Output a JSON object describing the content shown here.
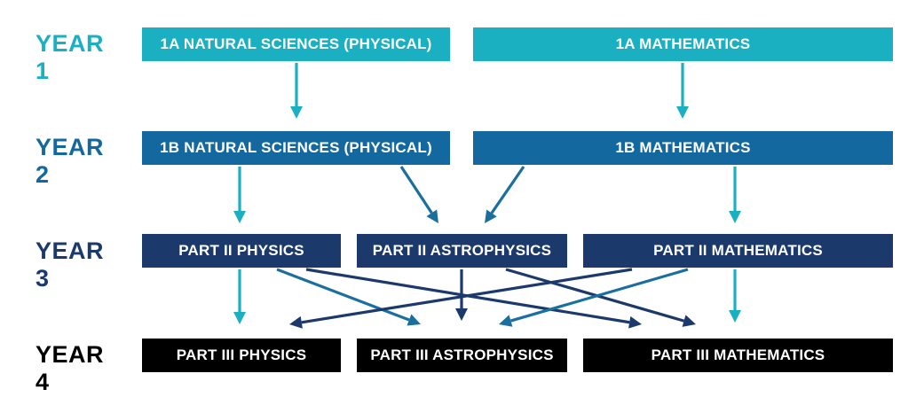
{
  "colors": {
    "year1": "#1ab0c2",
    "year2": "#1468a0",
    "year3": "#1b3a6b",
    "year4": "#000000",
    "arrow_teal": "#1ab0c2",
    "arrow_blue": "#1a6f9e",
    "arrow_navy": "#1b3a6b"
  },
  "years": {
    "y1": "YEAR 1",
    "y2": "YEAR 2",
    "y3": "YEAR 3",
    "y4": "YEAR 4"
  },
  "courses": {
    "ns_1a": "1A NATURAL SCIENCES (PHYSICAL)",
    "math_1a": "1A MATHEMATICS",
    "ns_1b": "1B NATURAL SCIENCES (PHYSICAL)",
    "math_1b": "1B MATHEMATICS",
    "phys_2": "PART II PHYSICS",
    "astro_2": "PART II ASTROPHYSICS",
    "math_2": "PART II MATHEMATICS",
    "phys_3": "PART III PHYSICS",
    "astro_3": "PART III ASTROPHYSICS",
    "math_3": "PART III MATHEMATICS"
  },
  "edges": [
    {
      "from": "ns_1a",
      "to": "ns_1b",
      "color": "arrow_teal"
    },
    {
      "from": "math_1a",
      "to": "math_1b",
      "color": "arrow_teal"
    },
    {
      "from": "ns_1b",
      "to": "phys_2",
      "color": "arrow_teal"
    },
    {
      "from": "ns_1b",
      "to": "astro_2",
      "color": "arrow_blue"
    },
    {
      "from": "math_1b",
      "to": "astro_2",
      "color": "arrow_blue"
    },
    {
      "from": "math_1b",
      "to": "math_2",
      "color": "arrow_teal"
    },
    {
      "from": "phys_2",
      "to": "phys_3",
      "color": "arrow_teal"
    },
    {
      "from": "phys_2",
      "to": "astro_3",
      "color": "arrow_blue"
    },
    {
      "from": "phys_2",
      "to": "math_3",
      "color": "arrow_navy"
    },
    {
      "from": "astro_2",
      "to": "astro_3",
      "color": "arrow_navy"
    },
    {
      "from": "astro_2",
      "to": "math_3",
      "color": "arrow_navy"
    },
    {
      "from": "math_2",
      "to": "phys_3",
      "color": "arrow_navy"
    },
    {
      "from": "math_2",
      "to": "astro_3",
      "color": "arrow_blue"
    },
    {
      "from": "math_2",
      "to": "math_3",
      "color": "arrow_teal"
    }
  ]
}
